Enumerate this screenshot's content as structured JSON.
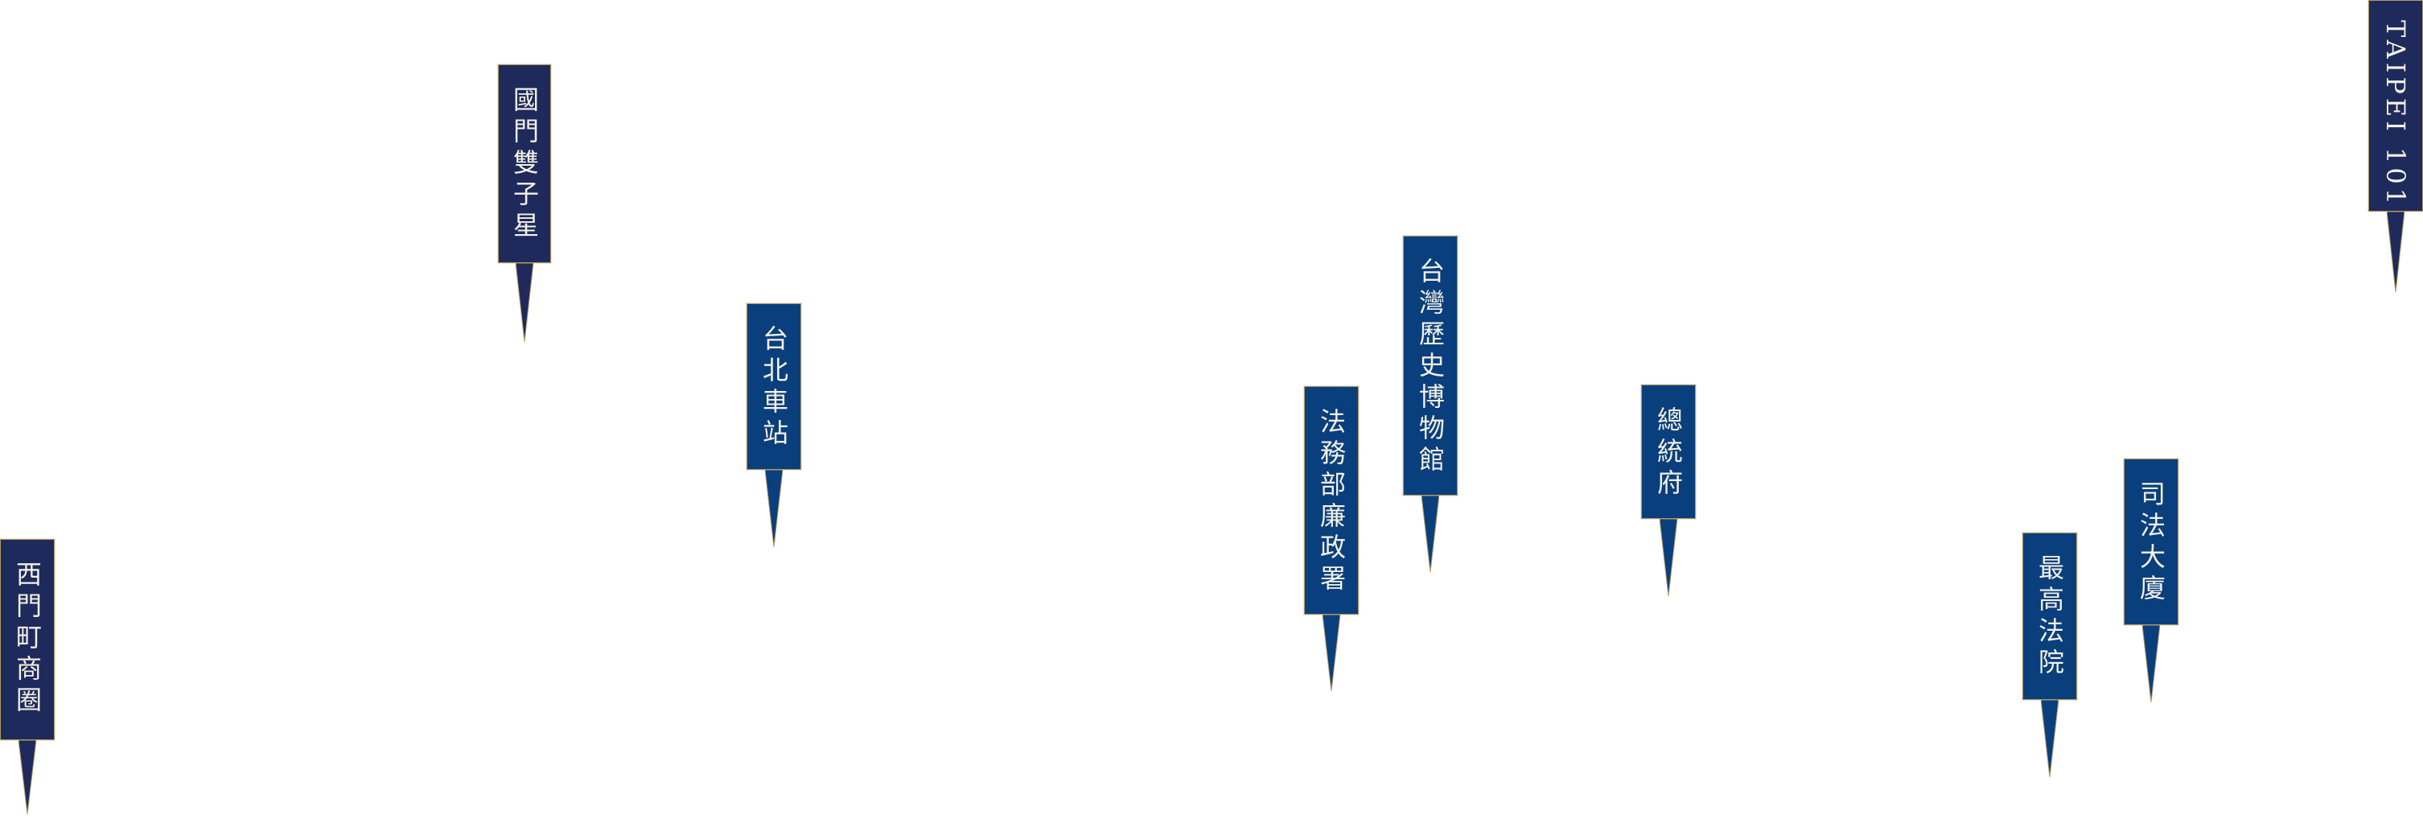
{
  "colors": {
    "navy": "#1e2a5c",
    "blue": "#0a3f7d",
    "border": "#b39a62",
    "text": "#f4f1e6",
    "background": "#ffffff"
  },
  "markers": [
    {
      "id": "ximending",
      "label": "西門町商圈",
      "style": "navy"
    },
    {
      "id": "guomen",
      "label": "國門雙子星",
      "style": "navy"
    },
    {
      "id": "taipei-station",
      "label": "台北車站",
      "style": "blue"
    },
    {
      "id": "anti-corruption",
      "label": "法務部廉政署",
      "style": "blue"
    },
    {
      "id": "history-museum",
      "label": "台灣歷史博物館",
      "style": "blue"
    },
    {
      "id": "presidential-office",
      "label": "總統府",
      "style": "blue"
    },
    {
      "id": "supreme-court",
      "label": "最高法院",
      "style": "blue"
    },
    {
      "id": "judicial-building",
      "label": "司法大廈",
      "style": "blue"
    },
    {
      "id": "taipei-101",
      "label": "TAIPEI 101",
      "style": "navy"
    }
  ]
}
